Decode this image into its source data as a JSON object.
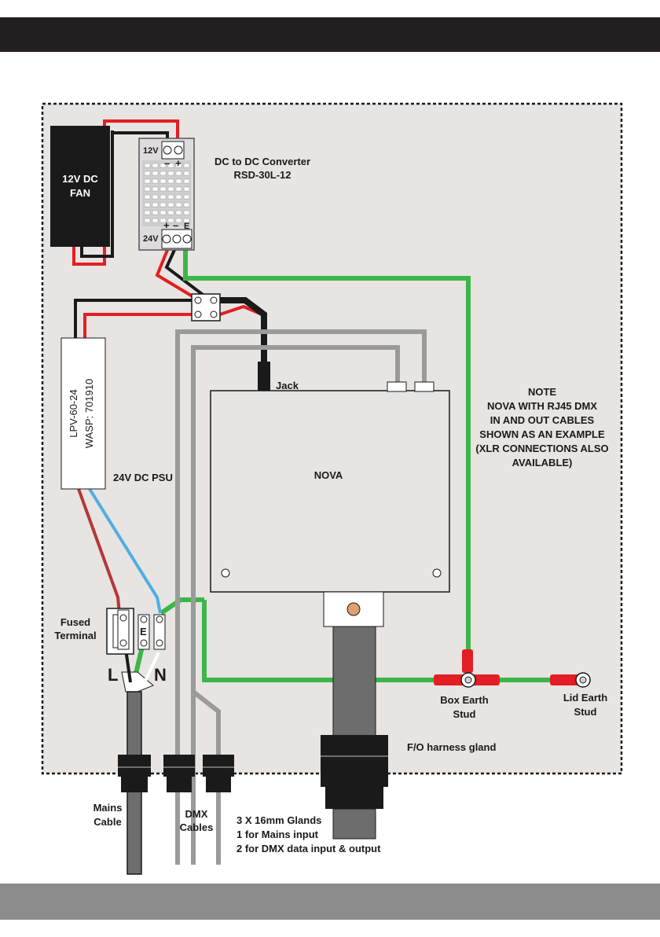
{
  "fan": {
    "line1": "12V DC",
    "line2": "FAN"
  },
  "converter": {
    "title": "DC to DC Converter",
    "model": "RSD-30L-12",
    "in_label": "24V",
    "out_label": "12V",
    "plus": "+",
    "minus": "–",
    "earth": "E"
  },
  "psu": {
    "model": "LPV-60-24",
    "wasp": "WASP: 701910",
    "label": "24V DC PSU"
  },
  "nova": {
    "label": "NOVA",
    "jack": "Jack"
  },
  "note": {
    "lines": [
      "NOTE",
      "NOVA WITH RJ45 DMX",
      "IN AND OUT CABLES",
      "SHOWN AS AN EXAMPLE",
      "(XLR CONNECTIONS ALSO",
      "AVAILABLE)"
    ]
  },
  "terminal": {
    "line1": "Fused",
    "line2": "Terminal",
    "live": "L",
    "neutral": "N",
    "earth": "E"
  },
  "studs": {
    "box1": "Box Earth",
    "box2": "Stud",
    "lid1": "Lid Earth",
    "lid2": "Stud"
  },
  "harness": "F/O harness gland",
  "mains": {
    "line1": "Mains",
    "line2": "Cable"
  },
  "dmx": {
    "line1": "DMX",
    "line2": "Cables"
  },
  "glands": {
    "lines": [
      "3 X 16mm Glands",
      "1 for Mains input",
      "2 for DMX data input & output"
    ]
  },
  "colors": {
    "red": "#e31e24",
    "black": "#1a1a1a",
    "green": "#3db54a",
    "grey": "#9a9a9a",
    "blue": "#4faee3",
    "brown": "#b5373a",
    "enclosure": "#e7e4e1"
  }
}
